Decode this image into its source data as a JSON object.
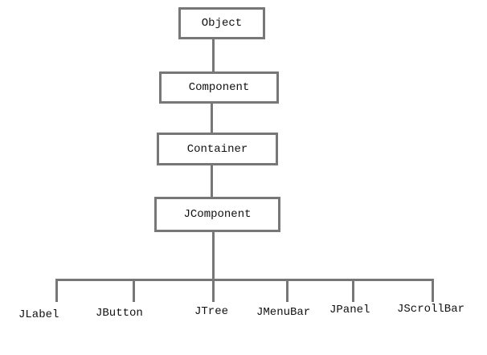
{
  "hierarchy": {
    "root": "Object",
    "level2": "Component",
    "level3": "Container",
    "level4": "JComponent",
    "children": [
      "JLabel",
      "JButton",
      "JTree",
      "JMenuBar",
      "JPanel",
      "JScrollBar"
    ]
  },
  "colors": {
    "box_border": "#777777",
    "connector": "#777777",
    "text": "#111111",
    "background": "#ffffff"
  }
}
